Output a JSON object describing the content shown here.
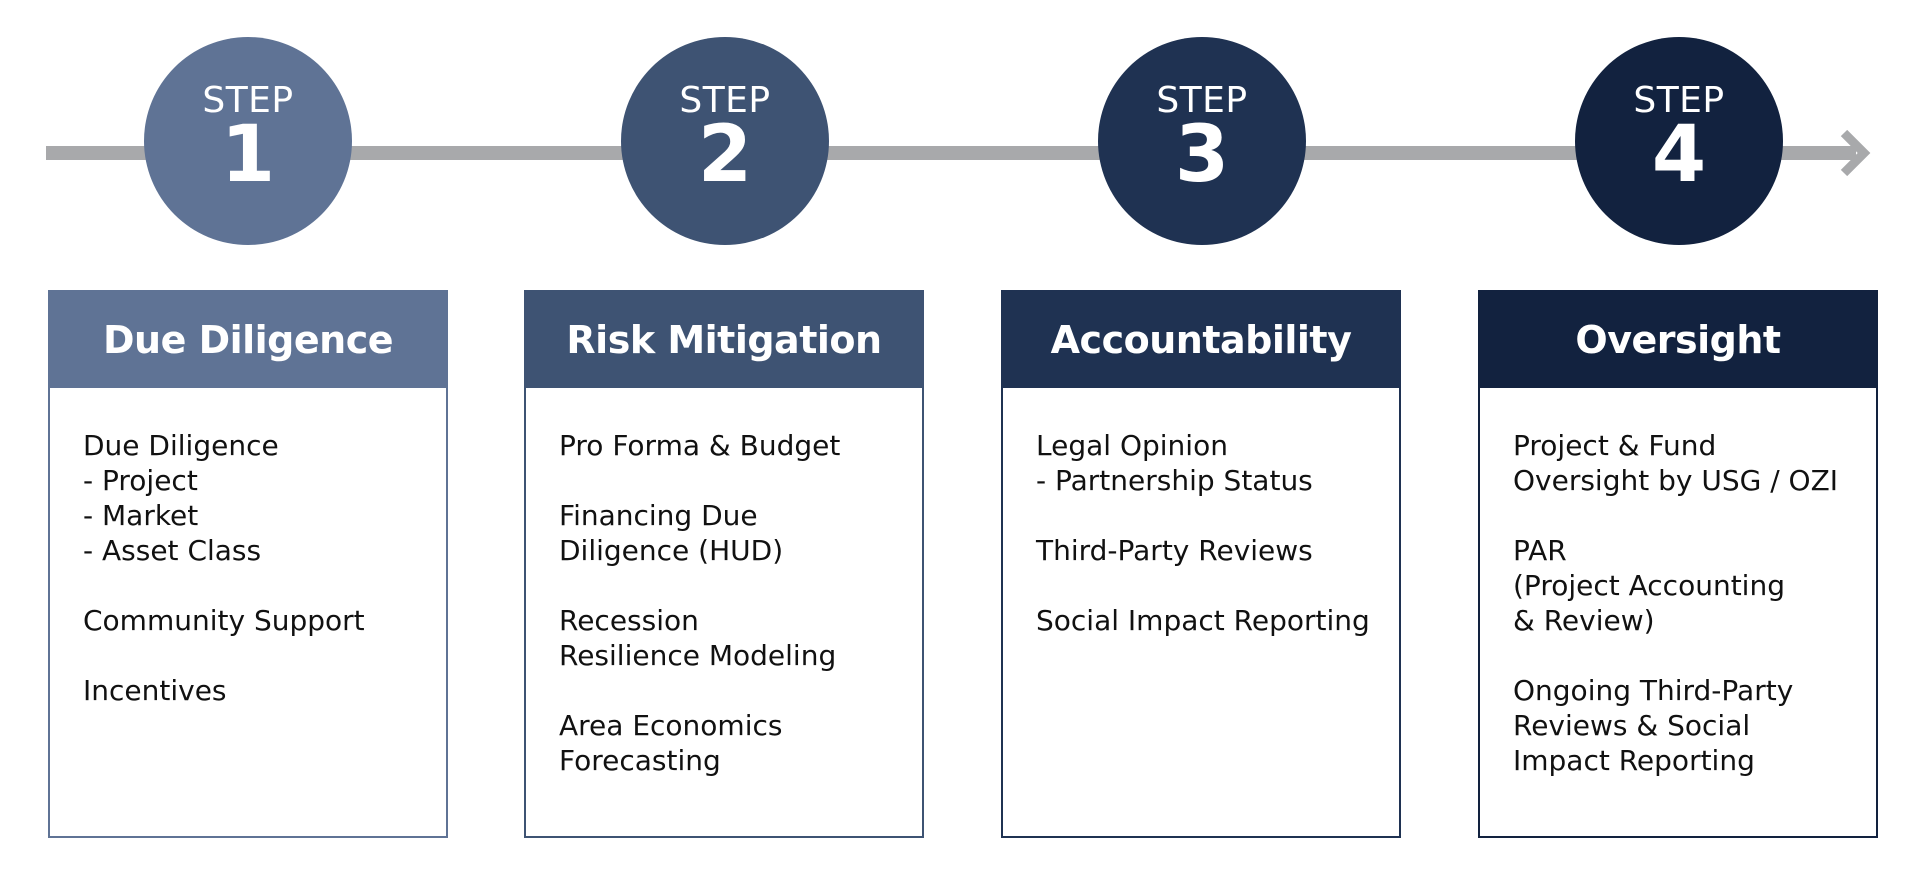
{
  "colors": {
    "step1": "#5f7395",
    "step2": "#3e5373",
    "step3": "#1f3252",
    "step4": "#12223f",
    "timeline": "#a8a9ab",
    "text": "#111111"
  },
  "steps": [
    {
      "step_word": "STEP",
      "number": "1",
      "title": "Due Diligence",
      "items": [
        [
          "Due Diligence",
          "- Project",
          "- Market",
          "- Asset Class"
        ],
        [
          "Community Support"
        ],
        [
          "Incentives"
        ]
      ]
    },
    {
      "step_word": "STEP",
      "number": "2",
      "title": "Risk Mitigation",
      "items": [
        [
          "Pro Forma & Budget"
        ],
        [
          "Financing Due",
          "Diligence (HUD)"
        ],
        [
          "Recession",
          "Resilience Modeling"
        ],
        [
          "Area Economics",
          "Forecasting"
        ]
      ]
    },
    {
      "step_word": "STEP",
      "number": "3",
      "title": "Accountability",
      "items": [
        [
          "Legal Opinion",
          "- Partnership Status"
        ],
        [
          "Third-Party Reviews"
        ],
        [
          "Social Impact Reporting"
        ]
      ]
    },
    {
      "step_word": "STEP",
      "number": "4",
      "title": "Oversight",
      "items": [
        [
          "Project & Fund",
          "Oversight by USG / OZI"
        ],
        [
          "PAR",
          "(Project Accounting",
          "& Review)"
        ],
        [
          "Ongoing Third-Party",
          "Reviews & Social",
          "Impact Reporting"
        ]
      ]
    }
  ]
}
